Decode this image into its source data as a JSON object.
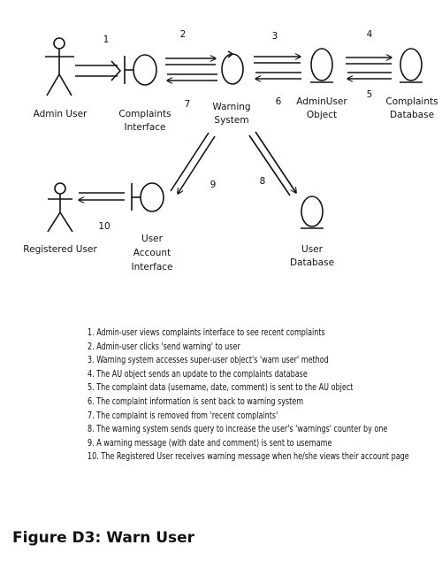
{
  "actors": {
    "admin_user": "Admin User",
    "registered_user": "Registered User"
  },
  "objects": {
    "complaints_interface": [
      "Complaints",
      "Interface"
    ],
    "warning_system": [
      "Warning",
      "System"
    ],
    "adminuser_object": [
      "AdminUser",
      "Object"
    ],
    "complaints_database": [
      "Complaints",
      "Database"
    ],
    "user_account_interface": [
      "User",
      "Account",
      "Interface"
    ],
    "user_database": [
      "User",
      "Database"
    ]
  },
  "arrows": {
    "a1": "1",
    "a2": "2",
    "a3": "3",
    "a4": "4",
    "a5": "5",
    "a6": "6",
    "a7": "7",
    "a8": "8",
    "a9": "9",
    "a10": "10"
  },
  "steps": [
    "1. Admin-user views complaints interface to see recent complaints",
    "2. Admin-user clicks 'send warning' to user",
    "3. Warning system accesses super-user object's 'warn user' method",
    "4. The AU object sends an update to the complaints database",
    "5. The complaint data (username, date, comment) is sent to the AU object",
    "6. The complaint information is sent back to warning system",
    "7. The complaint is removed from 'recent complaints'",
    "8. The warning system sends query to increase the user's 'warnings' counter by one",
    "9. A warning message (with date and comment) is sent to username",
    "10. The Registered User receives warning message when he/she views their account page"
  ],
  "caption": "Figure D3: Warn User"
}
